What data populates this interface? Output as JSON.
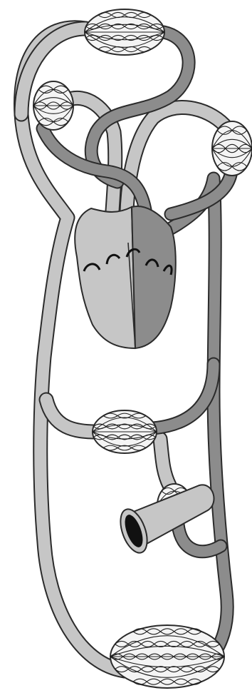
{
  "diagram": {
    "type": "circulatory-system-schematic",
    "colors": {
      "light_vessel": "#c6c6c6",
      "dark_vessel": "#8c8c8c",
      "outline": "#2b2b2b",
      "capillary_fill": "#f4f4f4",
      "heart_left_half": "#c6c6c6",
      "heart_right_half": "#8c8c8c",
      "lumen": "#111111",
      "background": "#ffffff"
    },
    "capillary_beds": [
      {
        "name": "top",
        "lobes": 4
      },
      {
        "name": "upper-left",
        "lobes": 3
      },
      {
        "name": "upper-right",
        "lobes": 3
      },
      {
        "name": "middle",
        "lobes": 4
      },
      {
        "name": "small",
        "lobes": 3
      },
      {
        "name": "bottom",
        "lobes": 5
      }
    ]
  }
}
